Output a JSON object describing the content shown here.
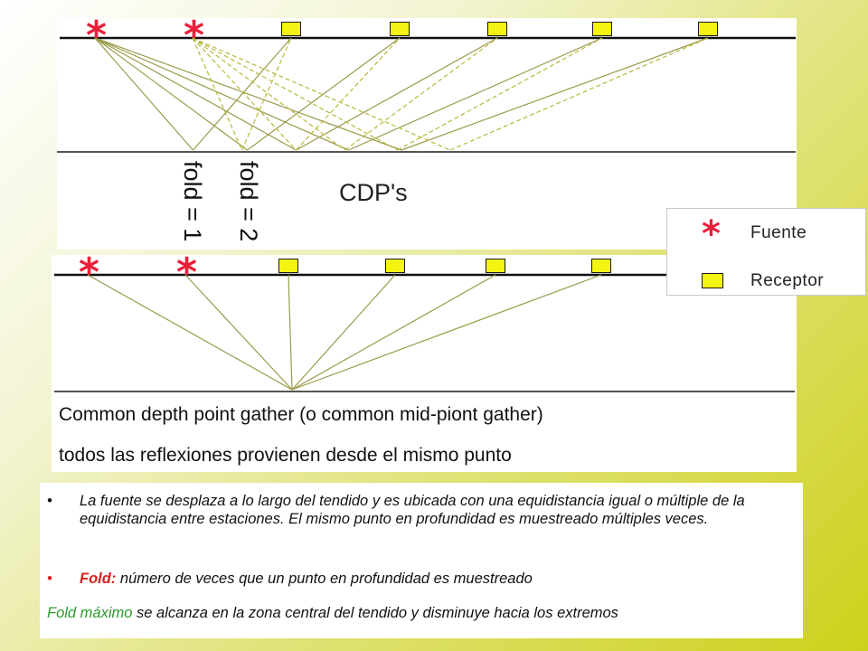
{
  "top_diagram": {
    "fold_1": "fold = 1",
    "fold_2": "fold = 2",
    "cdp_label": "CDP's"
  },
  "bottom_diagram": {
    "caption_line1": "Common depth point gather (o common mid-piont gather)",
    "caption_line2": "todos las reflexiones provienen desde el mismo punto"
  },
  "legend": {
    "source_label": "Fuente",
    "receiver_label": "Receptor"
  },
  "bullets": {
    "bullet_char": "•",
    "item1": "La fuente se desplaza a lo largo del tendido y es ubicada con una equidistancia igual o múltiple de la equidistancia entre estaciones. El mismo punto en profundidad es muestreado múltiples veces.",
    "item2_term": "Fold:",
    "item2_text": " número de veces que un punto en profundidad es muestreado",
    "footer_term": "Fold máximo",
    "footer_text": " se alcanza en la zona central del tendido y disminuye hacia los extremos"
  },
  "icons": {
    "source": "asterisk-icon",
    "receiver": "yellow-square-icon"
  },
  "colors": {
    "source": "#e8203a",
    "receiver": "#f4f414",
    "ray": "#9a9a4a",
    "background": "#cdd11a"
  }
}
